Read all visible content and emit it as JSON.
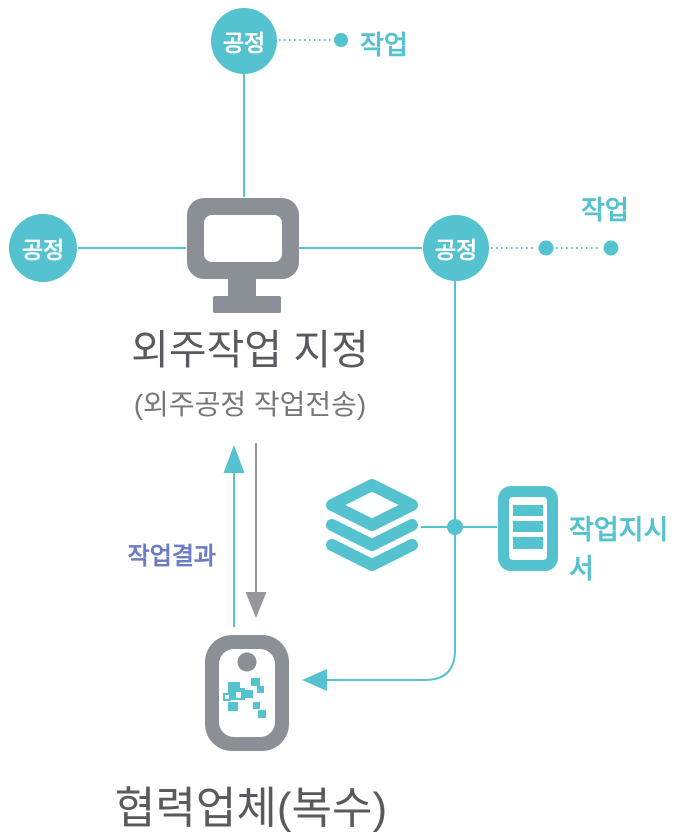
{
  "diagram": {
    "title": "외주작업 지정",
    "subtitle": "(외주공정 작업전송)",
    "partner_label": "협력업체(복수)",
    "process_top": "공정",
    "process_left": "공정",
    "process_right": "공정",
    "task_top": "작업",
    "task_right": "작업",
    "work_order_label": "작업지시서",
    "work_result_label": "작업결과",
    "icons": {
      "center": "monitor-icon",
      "stack": "layers-icon",
      "document": "work-order-document-icon",
      "bottom": "smartphone-qr-icon"
    },
    "colors": {
      "teal": "#54c3cf",
      "icon_gray": "#8b9096",
      "arrow_gray": "#97989c",
      "title_text": "#595a5f",
      "subtitle_text": "#76777c",
      "work_result_text": "#6d7bc6"
    }
  }
}
